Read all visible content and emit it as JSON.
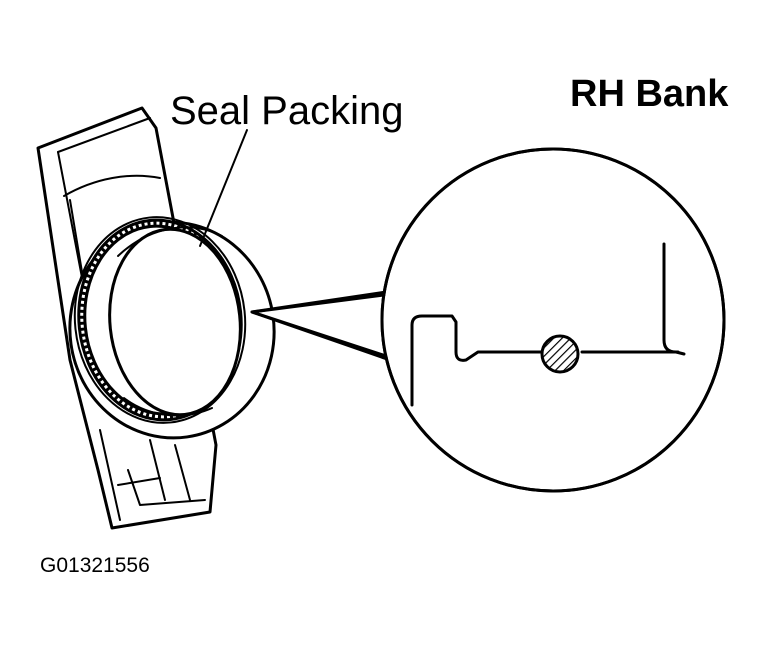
{
  "labels": {
    "seal_packing": "Seal Packing",
    "bank": "RH Bank",
    "figure_code": "G01321556"
  },
  "colors": {
    "ink": "#000000",
    "background": "#ffffff",
    "seal_hatch": "#000000"
  }
}
